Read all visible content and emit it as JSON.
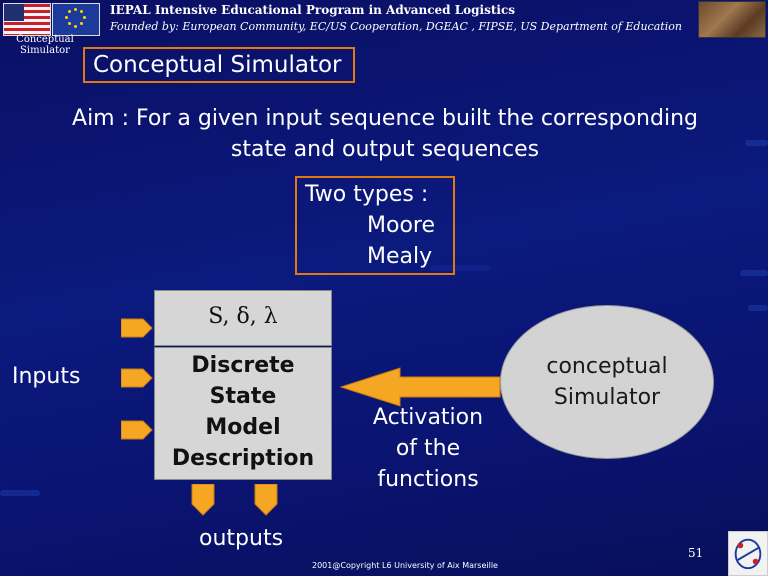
{
  "header": {
    "title": "IEPAL Intensive Educational Program in Advanced Logistics",
    "subtitle": "Founded by: European Community, EC/US Cooperation, DGEAC , FIPSE, US Department of Education",
    "section_label": "Conceptual Simulator"
  },
  "slide": {
    "title": "Conceptual Simulator",
    "aim_line1": "Aim : For a given input sequence built the corresponding",
    "aim_line2": "state and output sequences",
    "types_heading": "Two types :",
    "type1": "Moore",
    "type2": "Mealy"
  },
  "diagram": {
    "model_symbols": "S, δ, λ",
    "model_line1": "Discrete",
    "model_line2": "State",
    "model_line3": "Model",
    "model_line4": "Description",
    "inputs_label": "Inputs",
    "outputs_label": "outputs",
    "activation_line1": "Activation",
    "activation_line2": "of the",
    "activation_line3": "functions",
    "simulator_line1": "conceptual",
    "simulator_line2": "Simulator"
  },
  "footer": {
    "copyright": "2001@Copyright  L6 University of Aix Marseille",
    "page_number": "51"
  },
  "colors": {
    "background": "#0b1a7e",
    "accent_orange": "#f5a623",
    "box_border": "#e07a10",
    "shape_gray": "#d6d6d6"
  },
  "icons": [
    "us-flag-icon",
    "eu-flag-icon",
    "header-photo",
    "university-logo-icon"
  ]
}
